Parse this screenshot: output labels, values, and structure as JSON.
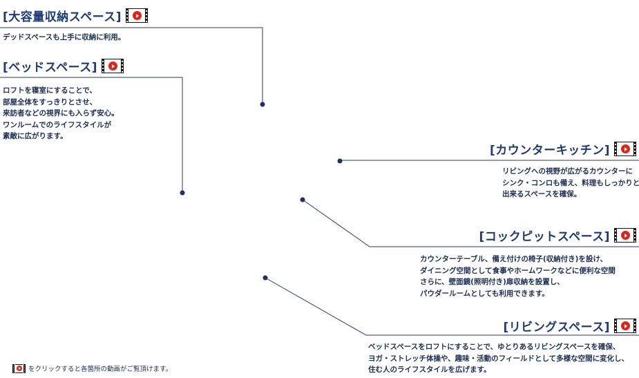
{
  "colors": {
    "title": "#1b3a78",
    "line": "#1b3a78",
    "dot": "#1b2f6b",
    "play": "#e2231a"
  },
  "sections": {
    "storage": {
      "title": "[大容量収納スペース]",
      "desc": "デッドスペースも上手に収納に利用。",
      "icon": "video-play-icon"
    },
    "bed": {
      "title": "[ベッドスペース]",
      "desc": "ロフトを寝室にすることで、\n部屋全体をすっきりとさせ、\n来訪者などの視界にも入らず安心。\nワンルームでのライフスタイルが\n素敵に広がります。",
      "icon": "video-play-icon"
    },
    "kitchen": {
      "title": "[カウンターキッチン]",
      "desc": "リビングへの視野が広がるカウンターに\nシンク・コンロも備え、料理もしっかりと\n出来るスペースを確保。",
      "icon": "video-play-icon"
    },
    "cockpit": {
      "title": "[コックピットスペース]",
      "desc": "カウンターテーブル、備え付けの椅子(収納付き)を設け、\nダイニング空間として食事やホームワークなどに便利な空間\nさらに、壁面鏡(照明付き)扉収納を設置し、\nパウダールームとしても利用できます。",
      "icon": "video-play-icon"
    },
    "living": {
      "title": "[リビングスペース]",
      "desc": "ベッドスペースをロフトにすることで、ゆとりあるリビングスペースを確保、\nヨガ・ストレッチ体操や、趣味・活動のフィールドとして多様な空間に変化し、\n住む人のライフスタイルを広げます。",
      "icon": "video-play-icon"
    }
  },
  "note": "をクリックすると各箇所の動画がご覧頂けます。"
}
